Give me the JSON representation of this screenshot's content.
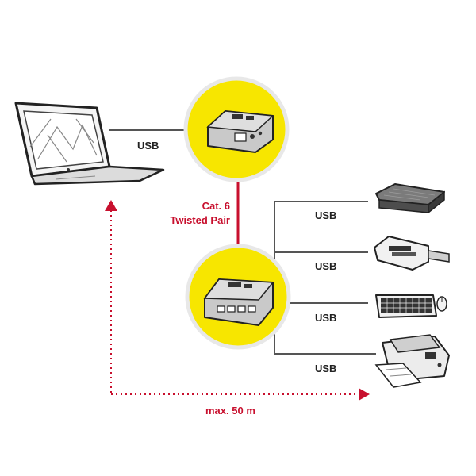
{
  "labels": {
    "usb_laptop": "USB",
    "cable_line1": "Cat. 6",
    "cable_line2": "Twisted Pair",
    "usb_device1": "USB",
    "usb_device2": "USB",
    "usb_device3": "USB",
    "usb_device4": "USB",
    "distance": "max. 50 m"
  },
  "colors": {
    "highlight": "#f7e600",
    "cable": "#c8102e",
    "line": "#555555",
    "label_text": "#222222",
    "background": "#ffffff"
  },
  "icons": [
    "laptop-icon",
    "transmitter-icon",
    "receiver-icon",
    "hard-drive-icon",
    "usb-stick-icon",
    "keyboard-mouse-icon",
    "printer-icon"
  ]
}
